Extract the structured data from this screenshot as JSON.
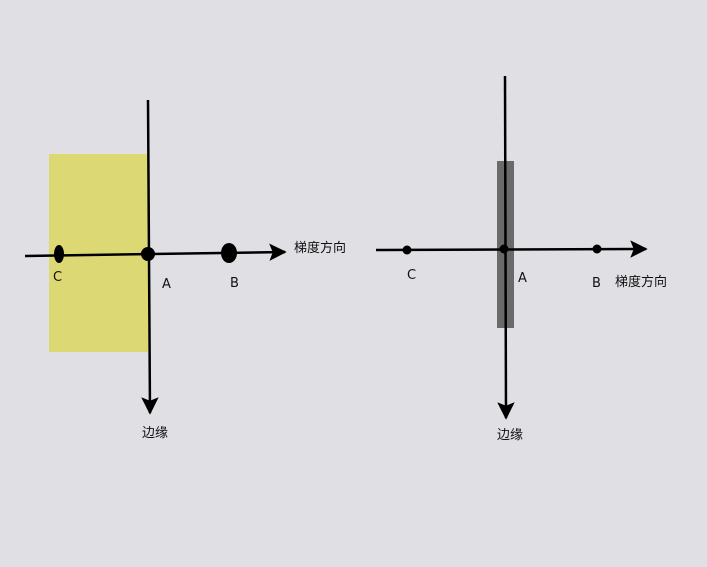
{
  "left_diagram": {
    "region_color": "#dcd873",
    "points": {
      "A": "A",
      "B": "B",
      "C": "C"
    },
    "gradient_label": "梯度方向",
    "edge_label": "边缘"
  },
  "right_diagram": {
    "edge_band_color": "#6a6a6a",
    "points": {
      "A": "A",
      "B": "B",
      "C": "C"
    },
    "gradient_label": "梯度方向",
    "edge_label": "边缘"
  },
  "colors": {
    "background": "#e0e0e4",
    "stroke": "#000000"
  }
}
